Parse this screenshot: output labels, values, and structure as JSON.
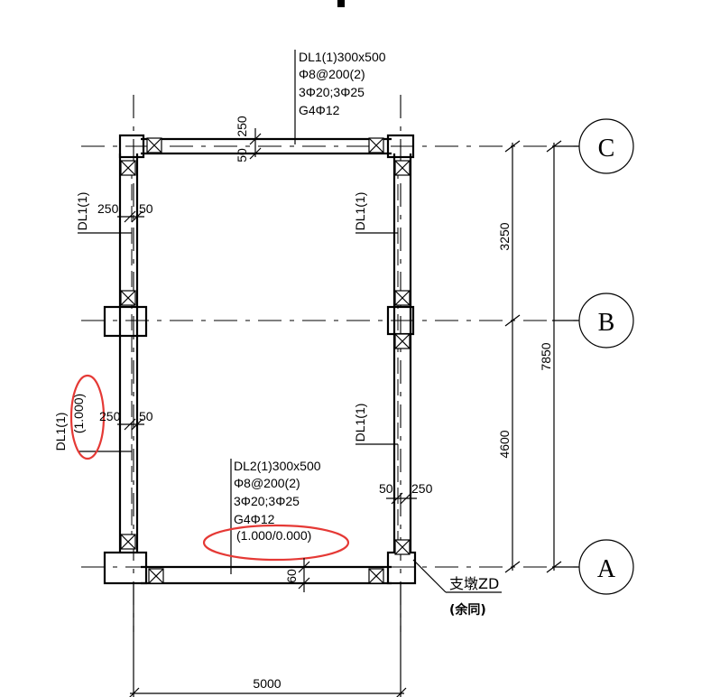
{
  "axes": {
    "a": "A",
    "b": "B",
    "c": "C"
  },
  "dims": {
    "d3250": "3250",
    "d7850": "7850",
    "d4600": "4600",
    "d5000": "5000"
  },
  "beam_dl1_top": {
    "l1": "DL1(1)300x500",
    "l2": "Φ8@200(2)",
    "l3": "3Φ20;3Φ25",
    "l4": "G4Φ12"
  },
  "beam_dl2": {
    "l1": "DL2(1)300x500",
    "l2": "Φ8@200(2)",
    "l3": "3Φ20;3Φ25",
    "l4": "G4Φ12",
    "l5": "(1.000/0.000)"
  },
  "labels": {
    "dl1_left_upper": "DL1(1)",
    "dl1_left_lower": "DL1(1)",
    "elev_left": "(1.000)",
    "dl1_right_upper": "DL1(1)",
    "dl1_right_lower": "DL1(1)"
  },
  "small_dims": {
    "top_250": "250",
    "top_50": "50",
    "left_upper_250": "250",
    "left_upper_50": "50",
    "left_lower_250": "250",
    "left_lower_50": "50",
    "right_50": "50",
    "right_250": "250",
    "bottom_60": "60"
  },
  "note": {
    "l1": "支墩ZD",
    "l2": "(余同)"
  }
}
